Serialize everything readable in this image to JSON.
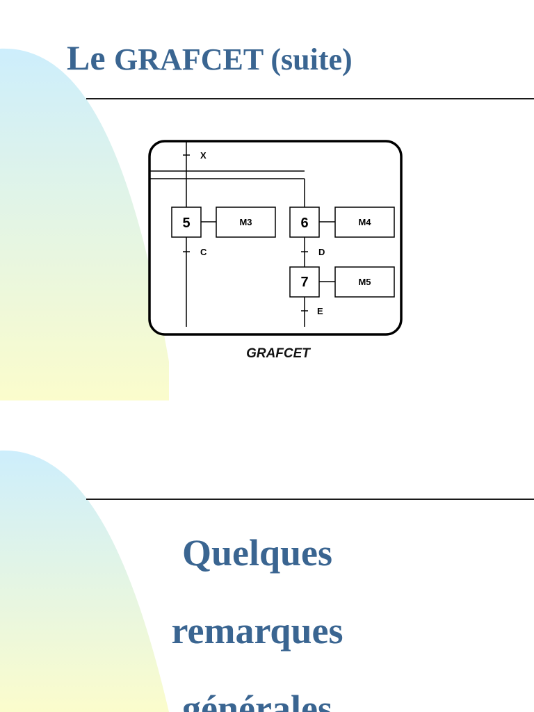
{
  "slide1": {
    "title_prefix": "Le",
    "title_main": "GRAFCET (suite)",
    "caption": "GRAFCET",
    "diagram": {
      "steps": [
        {
          "number": "5",
          "action": "M3"
        },
        {
          "number": "6",
          "action": "M4"
        },
        {
          "number": "7",
          "action": "M5"
        }
      ],
      "transitions": [
        "X",
        "C",
        "D",
        "E"
      ]
    }
  },
  "slide2": {
    "lines": [
      "Quelques",
      "remarques",
      "générales"
    ]
  },
  "colors": {
    "title": "#3a6591",
    "bg_top": "#cdeefc",
    "bg_bottom": "#fbfccc"
  }
}
